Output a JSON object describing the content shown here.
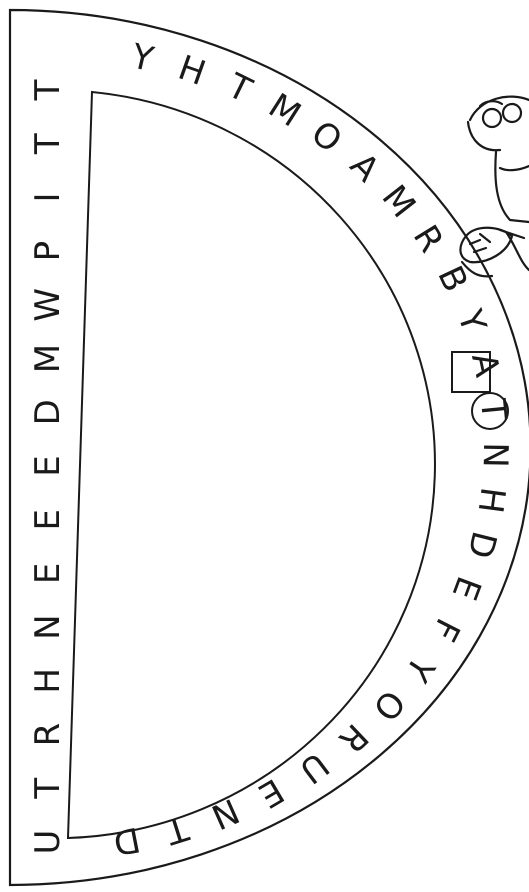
{
  "puzzle": {
    "straight_edge_letters": [
      "T",
      "T",
      "I",
      "P",
      "W",
      "M",
      "D",
      "E",
      "E",
      "E",
      "N",
      "H",
      "R",
      "T",
      "U"
    ],
    "arc_letters": [
      "Y",
      "H",
      "T",
      "M",
      "O",
      "A",
      "M",
      "R",
      "B",
      "Y",
      "A",
      "T",
      "N",
      "H",
      "D",
      "E",
      "F",
      "Y",
      "O",
      "R",
      "U",
      "E",
      "N",
      "T",
      "D"
    ],
    "boxed_letter": "A",
    "circled_letter": "T",
    "colors": {
      "ink": "#1a1a1a",
      "paper": "#ffffff"
    }
  },
  "cartoon": {
    "icon": "owl-reading-icon"
  }
}
